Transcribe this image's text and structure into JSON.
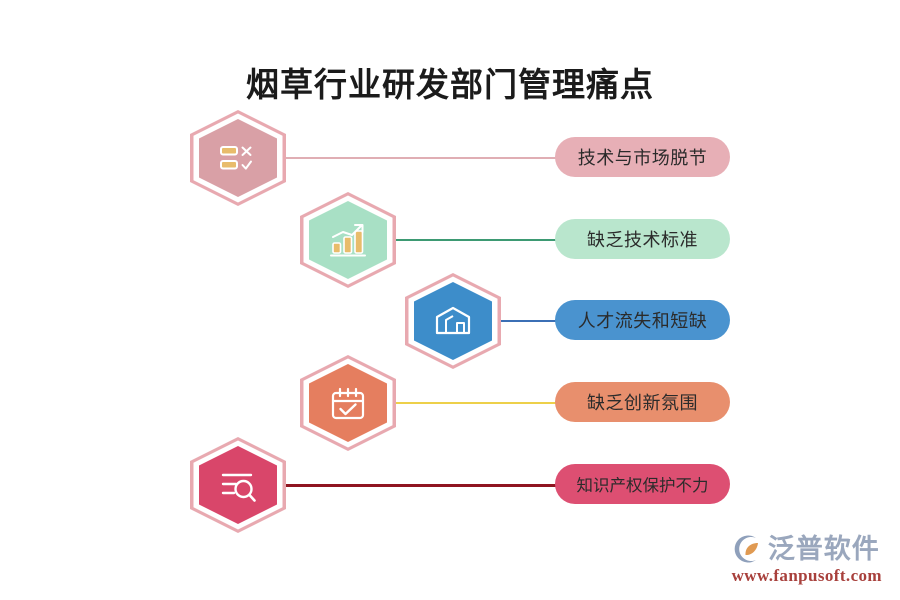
{
  "page": {
    "title": "烟草行业研发部门管理痛点",
    "background_color": "#ffffff"
  },
  "items": [
    {
      "index": "1",
      "label": "技术与市场脱节",
      "icon_name": "checklist-cross-check-icon",
      "hex_fill": "#d9a0a6",
      "hex_ring": "#e8a9b0",
      "pill_fill": "#e7afb6",
      "connector_color": "#e0aeb4",
      "icon_color": "#ffffff",
      "icon_accent": "#e8bc6b"
    },
    {
      "index": "2",
      "label": "缺乏技术标准",
      "icon_name": "bar-chart-growth-icon",
      "hex_fill": "#a8e0c5",
      "hex_ring": "#e8a9b0",
      "pill_fill": "#b9e6cd",
      "connector_color": "#3d9a73",
      "icon_color": "#ffffff",
      "icon_accent": "#e8bc6b"
    },
    {
      "index": "3",
      "label": "人才流失和短缺",
      "icon_name": "warehouse-building-icon",
      "hex_fill": "#3d8dca",
      "hex_ring": "#e8a9b0",
      "pill_fill": "#4a93cf",
      "connector_color": "#3b6fb5",
      "icon_color": "#ffffff",
      "icon_accent": "#ffffff"
    },
    {
      "index": "4",
      "label": "缺乏创新氛围",
      "icon_name": "calendar-check-icon",
      "hex_fill": "#e57e5f",
      "hex_ring": "#e8a9b0",
      "pill_fill": "#e88f6d",
      "connector_color": "#edd04a",
      "icon_color": "#ffffff",
      "icon_accent": "#ffffff"
    },
    {
      "index": "5",
      "label": "知识产权保护不力",
      "icon_name": "document-search-icon",
      "hex_fill": "#d9466a",
      "hex_ring": "#e8a9b0",
      "pill_fill": "#dd4f72",
      "connector_color": "#8f1420",
      "icon_color": "#ffffff",
      "icon_accent": "#ffffff"
    }
  ],
  "watermark": {
    "brand": "泛普软件",
    "url": "www.fanpusoft.com",
    "brand_color": "#9aa7bd",
    "url_color": "#a8403c",
    "mark_name": "fanpu-logo-mark"
  }
}
